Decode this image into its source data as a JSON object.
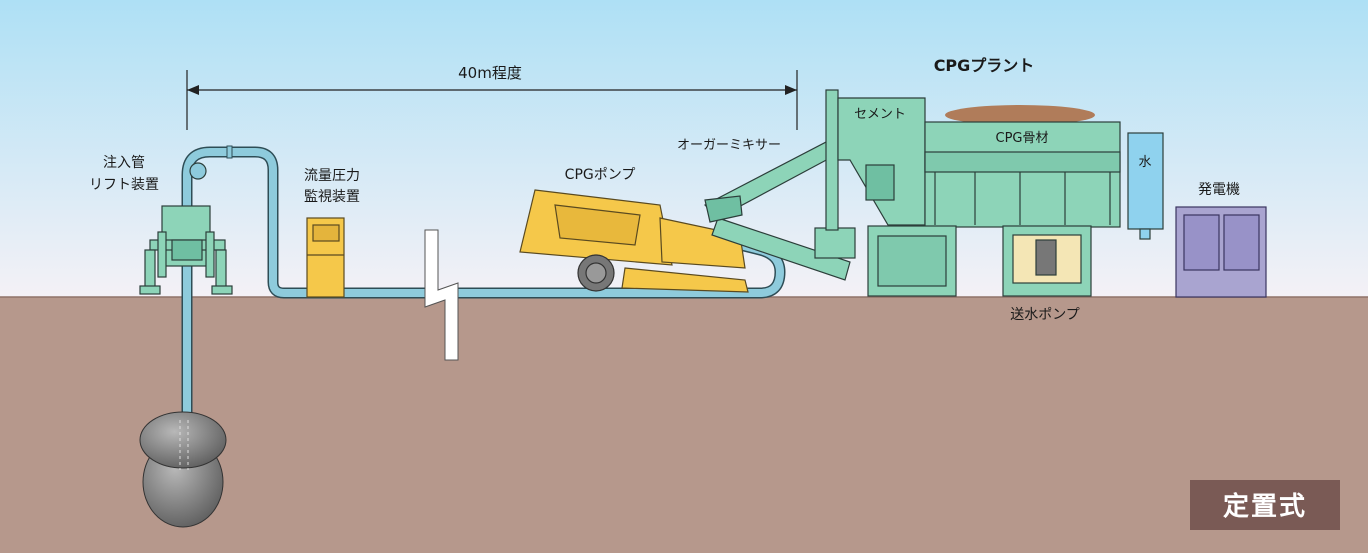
{
  "diagram": {
    "title": "CPGプラント",
    "distance_label": "40m程度",
    "method_badge": "定置式",
    "labels": {
      "injection_pipe_lift_line1": "注入管",
      "injection_pipe_lift_line2": "リフト装置",
      "flow_monitor_line1": "流量圧力",
      "flow_monitor_line2": "監視装置",
      "cpg_pump": "CPGポンプ",
      "auger_mixer": "オーガーミキサー",
      "cement": "セメント",
      "aggregate": "CPG骨材",
      "water": "水",
      "generator": "発電機",
      "water_pump": "送水ポンプ"
    },
    "colors": {
      "sky_top": "#aee0f5",
      "sky_bottom": "#f4f1f6",
      "ground": "#b6988c",
      "pipe": "#8ecbdc",
      "plant_green": "#8dd4b8",
      "pump_yellow": "#f5c84a",
      "water_tank": "#8fd2ee",
      "generator": "#a9a4d0",
      "badge": "#7a5a55"
    }
  }
}
